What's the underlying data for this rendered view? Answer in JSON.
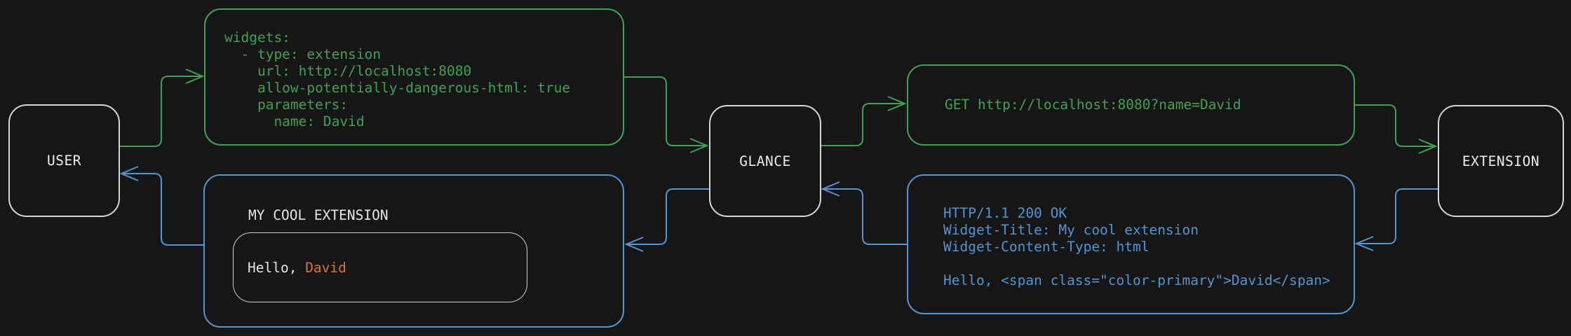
{
  "diagram": {
    "nodes": {
      "user": "USER",
      "glance": "GLANCE",
      "extension": "EXTENSION"
    },
    "config_box": {
      "code": "widgets:\n  - type: extension\n    url: http://localhost:8080\n    allow-potentially-dangerous-html: true\n    parameters:\n      name: David"
    },
    "request_box": {
      "code": "GET http://localhost:8080?name=David"
    },
    "response_box": {
      "code": "HTTP/1.1 200 OK\nWidget-Title: My cool extension\nWidget-Content-Type: html\n\nHello, <span class=\"color-primary\">David</span>"
    },
    "widget_box": {
      "title": "MY COOL EXTENSION",
      "greeting_prefix": "Hello, ",
      "greeting_name": "David"
    },
    "colors": {
      "background": "#161616",
      "green": "#3da351",
      "blue": "#4f96d3",
      "orange": "#e0732c",
      "node_border": "#d6d6d6",
      "text_white": "#e8e6e2"
    }
  }
}
